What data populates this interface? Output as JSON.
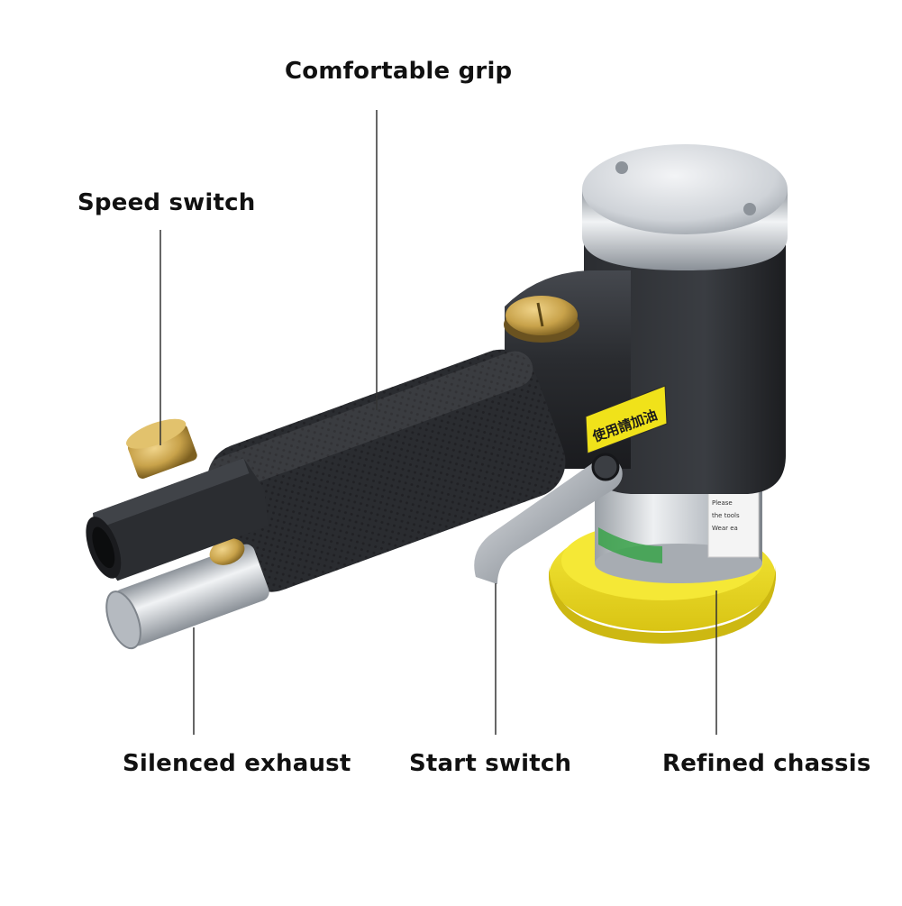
{
  "callouts": {
    "comfortable_grip": "Comfortable grip",
    "speed_switch": "Speed switch",
    "silenced_exhaust": "Silenced exhaust",
    "start_switch": "Start switch",
    "refined_chassis": "Refined chassis"
  },
  "tool_labels": {
    "oil_sticker": "使用請加油",
    "warning_title": "WA",
    "warning_line_1": "Please",
    "warning_line_2": "the tools",
    "warning_line_3": "Wear ea"
  },
  "colors": {
    "background": "#ffffff",
    "body_black": "#2a2c30",
    "aluminum": "#c9cdd2",
    "brass": "#c8a24a",
    "sticker_yellow": "#f0e21a",
    "pad_yellow": "#f2e01f",
    "label_text": "#111111",
    "leader_line": "#333333"
  }
}
